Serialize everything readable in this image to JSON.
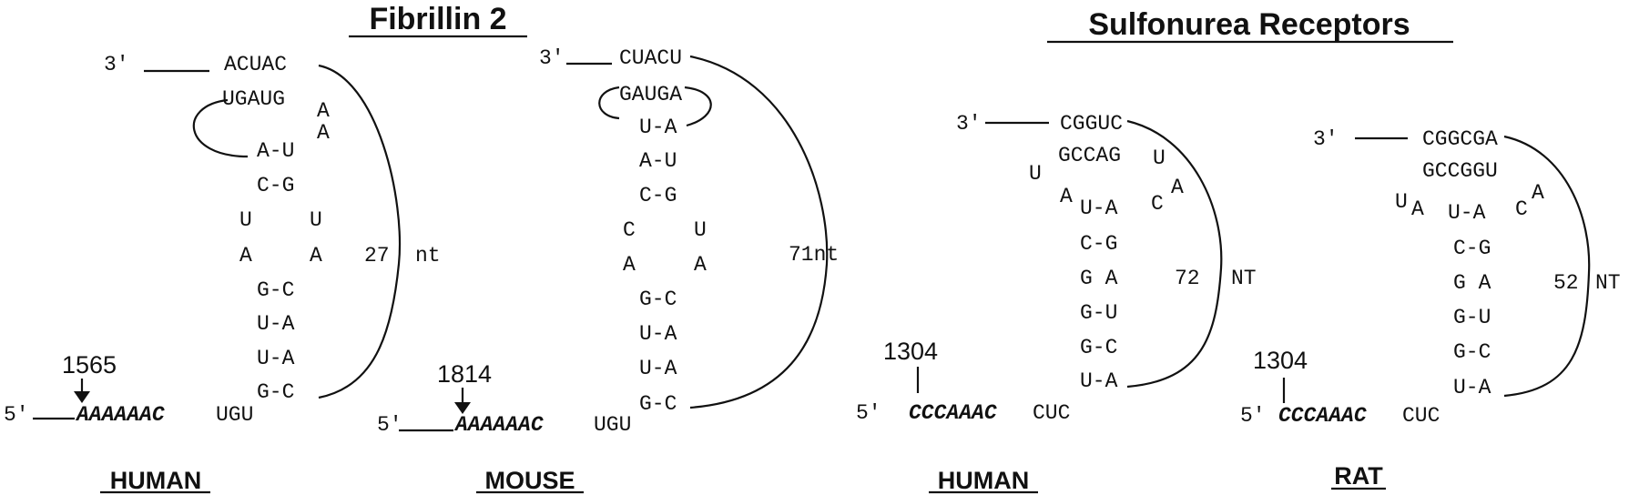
{
  "titles": {
    "fibrillin": "Fibrillin 2",
    "sulfonurea": "Sulfonurea Receptors"
  },
  "species": {
    "human_fbn": "HUMAN",
    "mouse": "MOUSE",
    "human_sur": "HUMAN",
    "rat": "RAT"
  },
  "ends": {
    "three_prime": "3'",
    "five_prime": "5'"
  },
  "human_fbn": {
    "top": "ACUAC",
    "loop": "UGAUG",
    "loop_bulge": [
      "A",
      "A"
    ],
    "pairs": [
      "A-U",
      "C-G"
    ],
    "internal_left": [
      "U",
      "A"
    ],
    "internal_right": [
      "U",
      "A"
    ],
    "pairs_lower": [
      "G-C",
      "U-A",
      "U-A",
      "G-C"
    ],
    "span": "27",
    "span_unit": "nt",
    "position": "1565",
    "signal": "AAAAAAC",
    "tail": "UGU"
  },
  "mouse": {
    "top": "CUACU",
    "loop": "GAUGA",
    "pairs": [
      "U-A",
      "A-U",
      "C-G"
    ],
    "internal_left": [
      "C",
      "A"
    ],
    "internal_right": [
      "U",
      "A"
    ],
    "pairs_lower": [
      "G-C",
      "U-A",
      "U-A",
      "G-C"
    ],
    "span": "71nt",
    "position": "1814",
    "signal": "AAAAAAC",
    "tail": "UGU"
  },
  "human_sur": {
    "top": "CGGUC",
    "second": "GCCAG",
    "bulge_left": [
      "U",
      "A"
    ],
    "bulge_right": [
      "U",
      "C",
      "A"
    ],
    "pairs": [
      "U-A",
      "C-G",
      "G A",
      "G-U",
      "G-C",
      "U-A"
    ],
    "span": "72",
    "span_unit": "NT",
    "position": "1304",
    "signal": "CCCAAAC",
    "tail": "CUC"
  },
  "rat": {
    "top": "CGGCGA",
    "second": "GCCGGU",
    "bulge_left": [
      "U",
      "A"
    ],
    "bulge_right": [
      "C",
      "A"
    ],
    "pairs": [
      "U-A",
      "C-G",
      "G A",
      "G-U",
      "G-C",
      "U-A"
    ],
    "span": "52",
    "span_unit": "NT",
    "position": "1304",
    "signal": "CCCAAAC",
    "tail": "CUC"
  }
}
